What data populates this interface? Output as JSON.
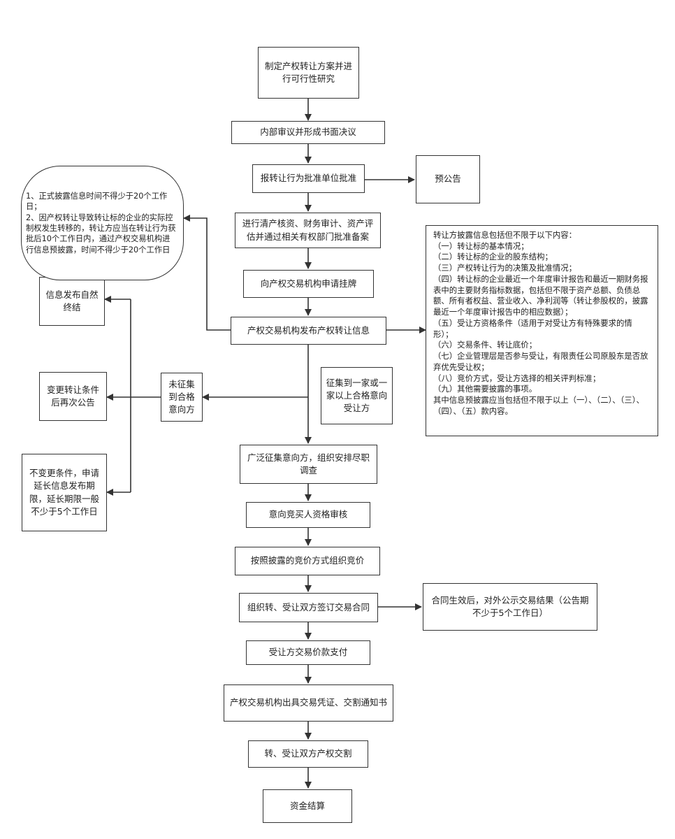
{
  "steps": {
    "s1": "制定产权转让方案并进行可行性研究",
    "s2": "内部审议并形成书面决议",
    "s3": "报转让行为批准单位批准",
    "s4": "进行清产核资、财务审计、资产评估并通过相关有权部门批准备案",
    "s5": "向产权交易机构申请挂牌",
    "s6": "产权交易机构发布产权转让信息",
    "s7": "广泛征集意向方，组织安排尽职调查",
    "s8": "意向竞买人资格审核",
    "s9": "按照披露的竞价方式组织竞价",
    "s10": "组织转、受让双方签订交易合同",
    "s11": "受让方交易价款支付",
    "s12": "产权交易机构出具交易凭证、交割通知书",
    "s13": "转、受让双方产权交割",
    "s14": "资金结算"
  },
  "side": {
    "pre_announce": "预公告",
    "contract_effect": "合同生效后，对外公示交易结果（公告期不少于5个工作日）",
    "qualified": "征集到一家或一家以上合格意向受让方",
    "not_collected": "未征集到合格意向方",
    "end_info": "信息发布自然终结",
    "change_terms": "变更转让条件后再次公告",
    "extend": "不变更条件，申请延长信息发布期限，延长期限一般不少于5个工作日",
    "oval_note": "1、正式披露信息时间不得少于20个工作日；\n2、因产权转让导致转让标的企业的实际控制权发生转移的，转让方应当在转让行为获批后10个工作日内，通过产权交易机构进行信息预披露，时间不得少于20个工作日",
    "disclosure": "转让方披露信息包括但不限于以下内容：\n（一）转让标的基本情况；\n（二）转让标的企业的股东结构；\n（三）产权转让行为的决策及批准情况；\n（四）转让标的企业最近一个年度审计报告和最近一期财务报表中的主要财务指标数据，包括但不限于资产总额、负债总额、所有者权益、营业收入、净利润等（转让参股权的，披露最近一个年度审计报告中的相应数据）；\n（五）受让方资格条件（适用于对受让方有特殊要求的情形）；\n（六）交易条件、转让底价；\n（七）企业管理层是否参与受让，有限责任公司原股东是否放弃优先受让权；\n（八）竞价方式，受让方选择的相关评判标准；\n（九）其他需要披露的事项。\n其中信息预披露应当包括但不限于以上（一）、（二）、（三）、（四）、（五）款内容。"
  }
}
